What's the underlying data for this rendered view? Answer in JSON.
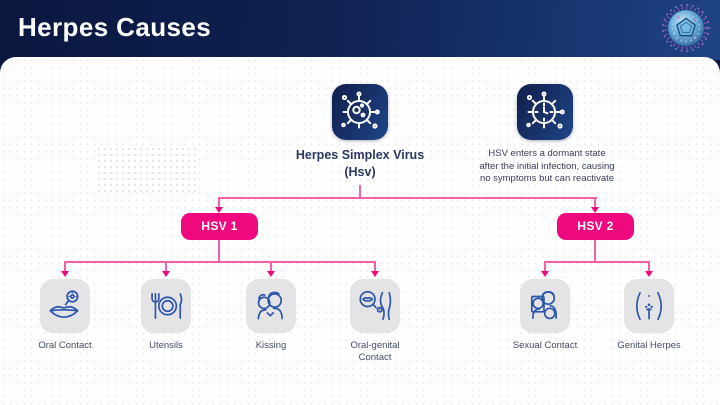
{
  "header": {
    "title": "Herpes Causes",
    "logo_icon": "virus-3d-logo"
  },
  "colors": {
    "header_gradient_start": "#0a173f",
    "header_gradient_end": "#1e4384",
    "accent_pink": "#ee0a7e",
    "connector_pink": "#f45fa9",
    "label_navy": "#2c3763",
    "icon_blue": "#2d55a8",
    "icon_box_gray": "#e4e4e7",
    "card_white": "#ffffff"
  },
  "root": {
    "label": "Herpes Simplex Virus (Hsv)",
    "icon": "virus-icon"
  },
  "dormancy_note": {
    "icon": "dormant-virus-clock-icon",
    "lines": [
      "HSV enters a dormant state",
      "after the initial infection, causing",
      "no symptoms but can reactivate"
    ]
  },
  "branches": [
    {
      "label": "HSV 1",
      "children": [
        {
          "label": "Oral Contact",
          "icon": "lips-virus-icon"
        },
        {
          "label": "Utensils",
          "icon": "fork-plate-knife-icon"
        },
        {
          "label": "Kissing",
          "icon": "kissing-couple-icon"
        },
        {
          "label": "Oral-genital Contact",
          "icon": "oral-genital-icon"
        }
      ]
    },
    {
      "label": "HSV 2",
      "children": [
        {
          "label": "Sexual Contact",
          "icon": "couple-embrace-icon"
        },
        {
          "label": "Genital Herpes",
          "icon": "genital-virus-icon"
        }
      ]
    }
  ]
}
